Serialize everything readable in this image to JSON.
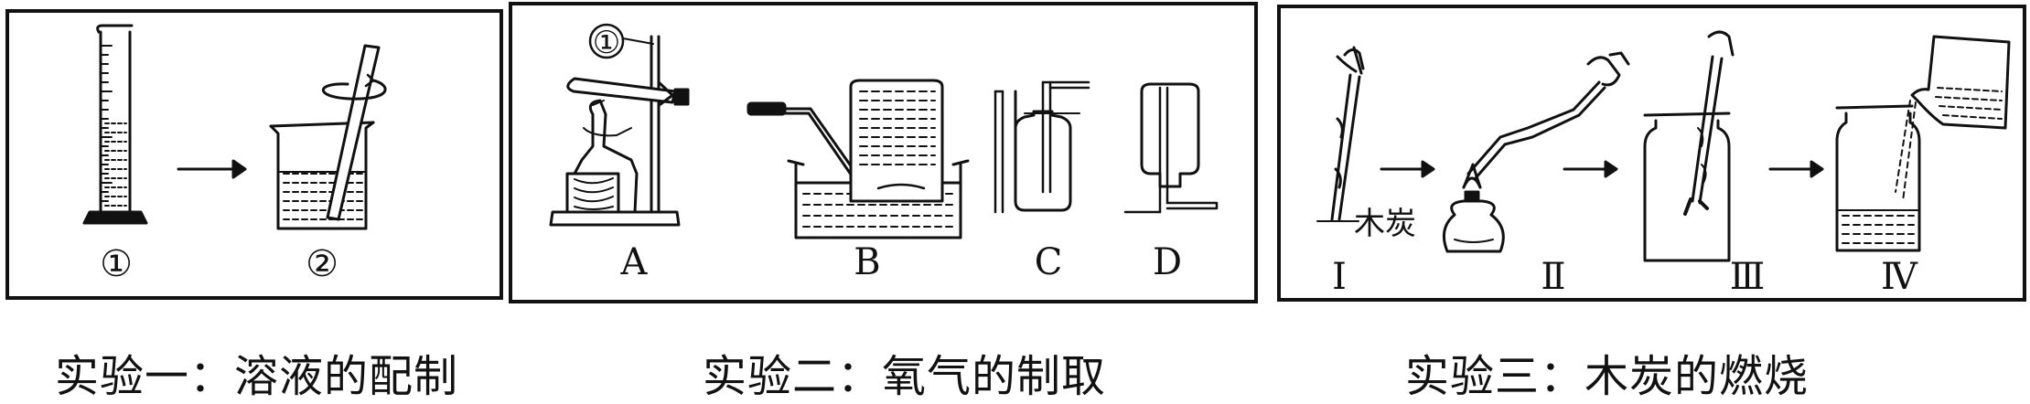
{
  "experiments": [
    {
      "caption": "实验一：溶液的配制",
      "labels": [
        "①",
        "②"
      ]
    },
    {
      "caption": "实验二：氧气的制取",
      "part_marker": "①",
      "labels": [
        "A",
        "B",
        "C",
        "D"
      ]
    },
    {
      "caption": "实验三：木炭的燃烧",
      "material_label": "木炭",
      "labels": [
        "Ⅰ",
        "Ⅱ",
        "Ⅲ",
        "Ⅳ"
      ]
    }
  ]
}
